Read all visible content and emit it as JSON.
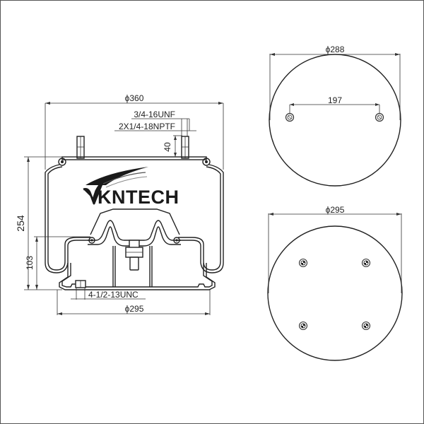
{
  "drawing": {
    "brand": {
      "logo_text": "KNTECH",
      "logo_v": "V"
    },
    "side_view": {
      "top_diameter": "ϕ360",
      "thread_top": "3/4-16UNF",
      "thread_air": "2X1/4-18NPTF",
      "stud_height": "40",
      "overall_height": "254",
      "piston_height": "103",
      "bottom_thread": "4-1/2-13UNC",
      "bottom_diameter": "ϕ295"
    },
    "top_plate_view": {
      "diameter": "ϕ288",
      "stud_spacing": "197",
      "stud_count": 2
    },
    "bottom_plate_view": {
      "diameter": "ϕ295",
      "bolt_count": 4
    }
  },
  "colors": {
    "line": "#222222",
    "border": "#555555",
    "background": "#ffffff"
  }
}
